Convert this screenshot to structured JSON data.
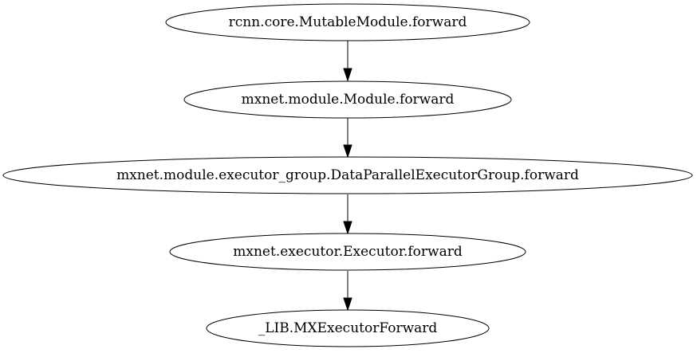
{
  "graph": {
    "nodes": [
      {
        "id": "n1",
        "label": "rcnn.core.MutableModule.forward"
      },
      {
        "id": "n2",
        "label": "mxnet.module.Module.forward"
      },
      {
        "id": "n3",
        "label": "mxnet.module.executor_group.DataParallelExecutorGroup.forward"
      },
      {
        "id": "n4",
        "label": "mxnet.executor.Executor.forward"
      },
      {
        "id": "n5",
        "label": "_LIB.MXExecutorForward"
      }
    ],
    "edges": [
      {
        "from": "n1",
        "to": "n2"
      },
      {
        "from": "n2",
        "to": "n3"
      },
      {
        "from": "n3",
        "to": "n4"
      },
      {
        "from": "n4",
        "to": "n5"
      }
    ]
  }
}
